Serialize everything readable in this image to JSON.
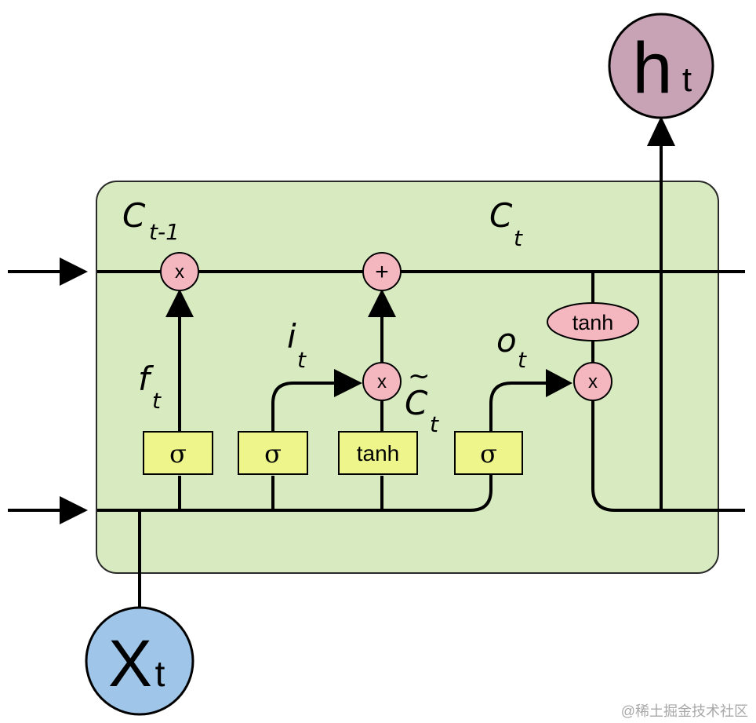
{
  "colors": {
    "cell_fill": "#d8eabf",
    "cell_stroke": "#2a2a2a",
    "gate_fill": "#eef58a",
    "op_fill": "#f5b7bf",
    "input_fill": "#9fc6e8",
    "output_fill": "#c8a3b6",
    "line": "#000000"
  },
  "labels": {
    "c_prev_main": "C",
    "c_prev_sub": "t-1",
    "c_t_main": "C",
    "c_t_sub": "t",
    "f_main": "f",
    "f_sub": "t",
    "i_main": "i",
    "i_sub": "t",
    "o_main": "o",
    "o_sub": "t",
    "c_tilde_main": "C",
    "c_tilde_mark": "~",
    "c_tilde_sub": "t"
  },
  "gates": {
    "forget": "σ",
    "input": "σ",
    "candidate": "tanh",
    "output": "σ"
  },
  "ops": {
    "mult_forget": "x",
    "add": "+",
    "mult_input": "x",
    "tanh_out": "tanh",
    "mult_output": "x"
  },
  "nodes": {
    "input_main": "X",
    "input_sub": "t",
    "output_main": "h",
    "output_sub": "t"
  },
  "watermark": "@稀土掘金技术社区"
}
